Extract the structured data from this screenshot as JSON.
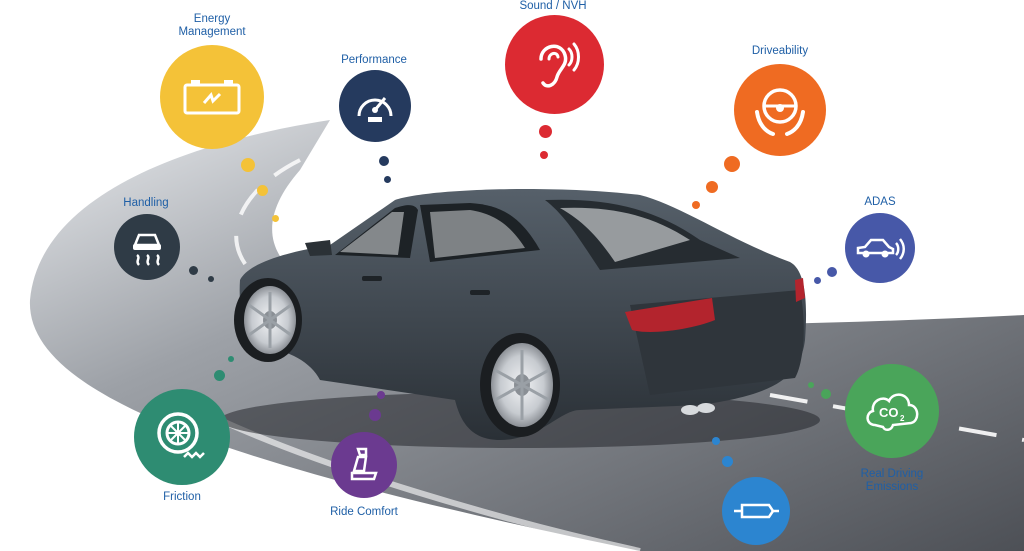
{
  "colors": {
    "label_text": "#1f5fa6",
    "road": "#56595f",
    "road_edge": "#c9cdd2",
    "car_body": "#3b4249",
    "tail_light": "#b3242d"
  },
  "features": [
    {
      "label": "Energy\nManagement",
      "icon": "battery-icon",
      "color": "#f4c238"
    },
    {
      "label": "Performance",
      "icon": "speedometer-icon",
      "color": "#253a5e"
    },
    {
      "label": "Sound / NVH",
      "icon": "ear-icon",
      "color": "#dc2a32"
    },
    {
      "label": "Driveability",
      "icon": "steering-wheel-icon",
      "color": "#ef6b22"
    },
    {
      "label": "Handling",
      "icon": "skid-car-icon",
      "color": "#2f3b46"
    },
    {
      "label": "ADAS",
      "icon": "car-sensor-icon",
      "color": "#4758a8"
    },
    {
      "label": "Friction",
      "icon": "tire-icon",
      "color": "#2e8c72"
    },
    {
      "label": "Ride Comfort",
      "icon": "car-seat-icon",
      "color": "#6b3a90"
    },
    {
      "label": "Real Driving\nEmissions",
      "icon": "co2-cloud-icon",
      "color": "#4aa55a"
    },
    {
      "label": "",
      "icon": "exhaust-muffler-icon",
      "color": "#2c85d0"
    }
  ]
}
